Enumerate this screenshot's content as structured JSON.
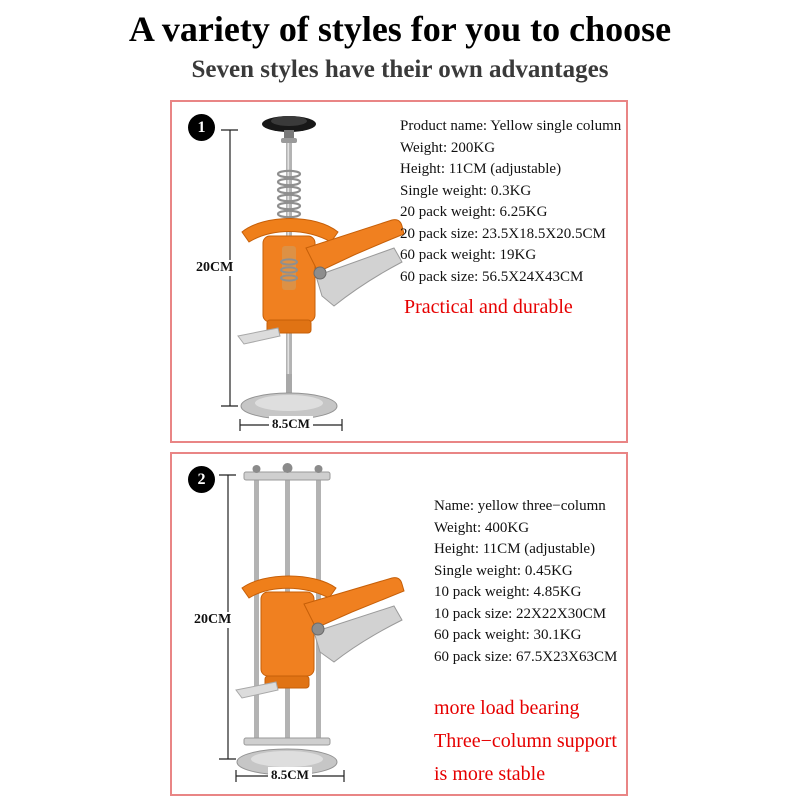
{
  "header": {
    "title": "A variety of styles for you to choose",
    "subtitle": "Seven styles have their own advantages"
  },
  "colors": {
    "panel_border": "#e98585",
    "highlight_red": "#e60000",
    "product_orange": "#f08020"
  },
  "panels": [
    {
      "badge": "1",
      "photo_name": "single-column-lifter-photo",
      "dims": {
        "height_label": "20CM",
        "base_label": "8.5CM"
      },
      "specs": [
        "Product name: Yellow single column",
        "Weight: 200KG",
        "Height: 11CM (adjustable)",
        "Single weight: 0.3KG",
        "20 pack weight: 6.25KG",
        "20 pack size: 23.5X18.5X20.5CM",
        "60 pack weight: 19KG",
        "60 pack size: 56.5X24X43CM"
      ],
      "highlight_lines": [
        "Practical and durable"
      ]
    },
    {
      "badge": "2",
      "photo_name": "three-column-lifter-photo",
      "dims": {
        "height_label": "20CM",
        "base_label": "8.5CM"
      },
      "specs": [
        "Name: yellow three−column",
        "Weight: 400KG",
        "Height: 11CM (adjustable)",
        "Single weight: 0.45KG",
        "10 pack weight: 4.85KG",
        "10 pack size: 22X22X30CM",
        "60 pack weight: 30.1KG",
        "60 pack size: 67.5X23X63CM"
      ],
      "highlight_lines": [
        "more load bearing",
        "Three−column support",
        "is more stable"
      ]
    }
  ]
}
